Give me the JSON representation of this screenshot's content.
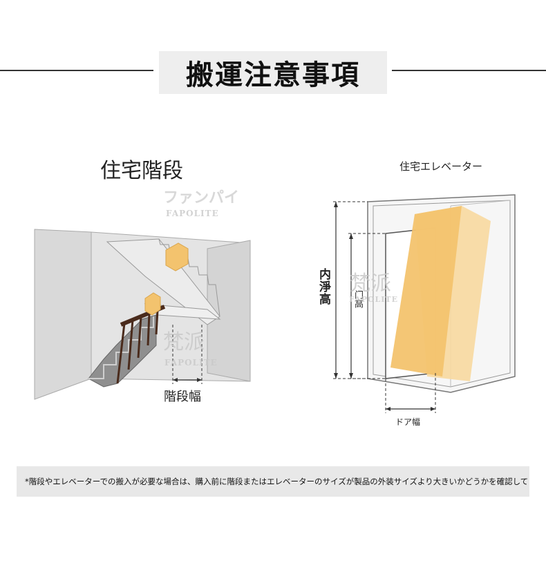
{
  "title": "搬運注意事項",
  "stairs": {
    "title": "住宅階段",
    "width_label": "階段幅"
  },
  "elevator": {
    "title": "住宅エレベーター",
    "inner_height_label": "内淨高",
    "door_height_label": "门高",
    "door_width_label": "ドア幅"
  },
  "watermark": {
    "brand_kana": "ファンパイ",
    "brand_latin": "FAPOLITE",
    "brand_kanji": "梵派"
  },
  "notice": "*階段やエレベーターでの搬入が必要な場合は、購入前に階段またはエレベーターのサイズが製品の外装サイズより大きいかどうかを確認して",
  "colors": {
    "box_fill": "#f3c36e",
    "box_fill_light": "#f8d9a0",
    "wall": "#d9d9d9",
    "notice_bg": "#e8e8e8"
  }
}
